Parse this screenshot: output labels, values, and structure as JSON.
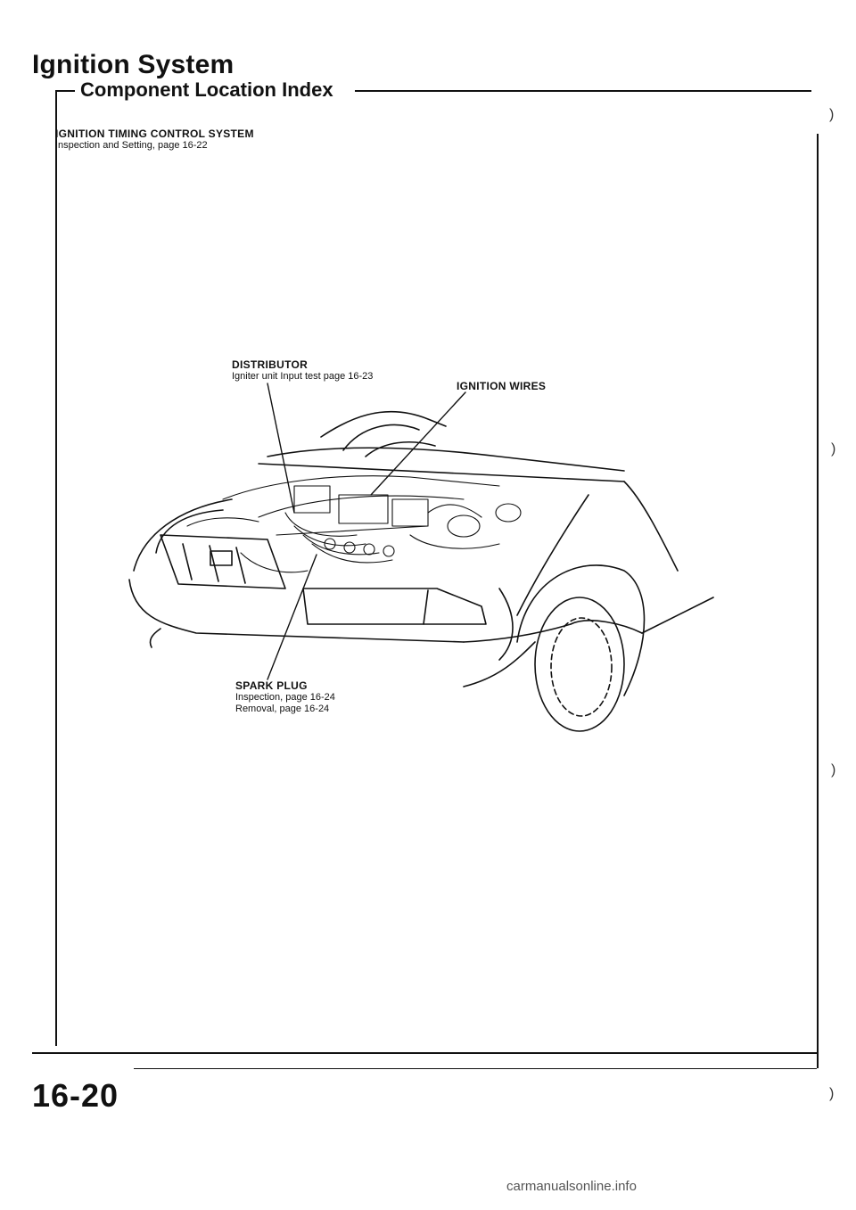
{
  "header": {
    "title": "Ignition System",
    "section": "Component Location Index"
  },
  "callouts": {
    "timing": {
      "heading": "IGNITION TIMING CONTROL SYSTEM",
      "lines": [
        "Inspection and Setting, page 16-22"
      ]
    },
    "distributor": {
      "heading": "DISTRIBUTOR",
      "lines": [
        "Igniter unit Input test page 16-23"
      ]
    },
    "ignition_wires": {
      "heading": "IGNITION WIRES",
      "lines": []
    },
    "spark_plug": {
      "heading": "SPARK PLUG",
      "lines": [
        "Inspection, page 16-24",
        "Removal, page 16-24"
      ]
    }
  },
  "footer": {
    "page_number": "16-20",
    "watermark": "carmanualsonline.info"
  }
}
